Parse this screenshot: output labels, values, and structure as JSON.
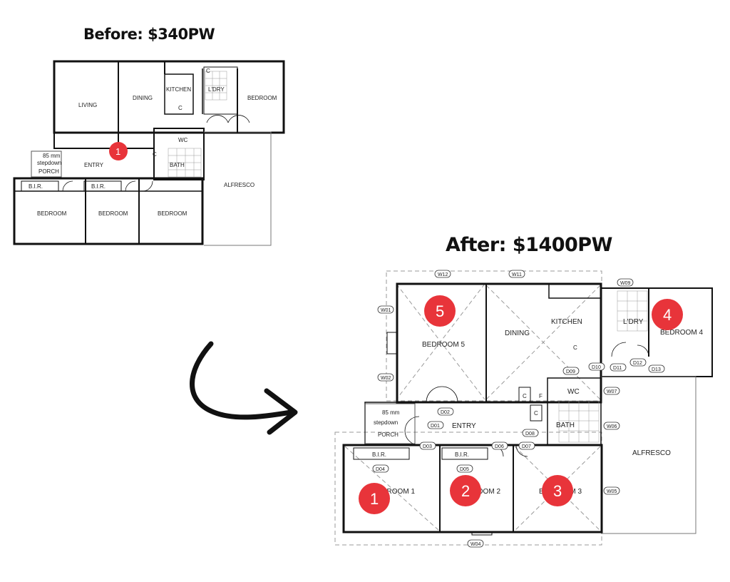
{
  "before": {
    "title": "Before: $340PW",
    "rooms": {
      "living": "LIVING",
      "dining": "DINING",
      "kitchen": "KITCHEN",
      "laundry": "L'DRY",
      "bedroom_back": "BEDROOM",
      "wc": "WC",
      "bath": "BATH",
      "entry": "ENTRY",
      "stepdown_1": "85 mm",
      "stepdown_2": "stepdown",
      "porch": "PORCH",
      "bir_1": "B.I.R.",
      "bir_2": "B.I.R.",
      "bedroom_a": "BEDROOM",
      "bedroom_b": "BEDROOM",
      "bedroom_c": "BEDROOM",
      "alfresco": "ALFRESCO",
      "c_1": "C",
      "c_2": "C",
      "c_3": "C"
    },
    "badge": "1"
  },
  "after": {
    "title": "After: $1400PW",
    "rooms": {
      "bedroom5": "BEDROOM 5",
      "dining": "DINING",
      "kitchen": "KITCHEN",
      "laundry": "L'DRY",
      "bedroom4": "BEDROOM 4",
      "wc": "WC",
      "bath": "BATH",
      "entry": "ENTRY",
      "stepdown_1": "85 mm",
      "stepdown_2": "stepdown",
      "porch": "PORCH",
      "bir_1": "B.I.R.",
      "bir_2": "B.I.R.",
      "bedroom1": "BEDROOM 1",
      "bedroom2": "BEDROOM 2",
      "bedroom3": "BEDROOM 3",
      "alfresco": "ALFRESCO",
      "c_1": "C",
      "c_2": "C",
      "f": "F",
      "c_3": "C"
    },
    "tags": {
      "w12": "W12",
      "w11": "W11",
      "w09": "W09",
      "w01": "W01",
      "w02": "W02",
      "w07": "W07",
      "w06": "W06",
      "w05": "W05",
      "w04": "W04",
      "d01": "D01",
      "d02": "D02",
      "d03": "D03",
      "d04": "D04",
      "d05": "D05",
      "d06": "D06",
      "d07": "D07",
      "d08": "D08",
      "d09": "D09",
      "d10": "D10",
      "d11": "D11",
      "d12": "D12",
      "d13": "D13"
    },
    "badges": [
      "1",
      "2",
      "3",
      "4",
      "5"
    ]
  },
  "colors": {
    "badge": "#e8343a",
    "wall": "#111111",
    "dash": "#9a9a9a"
  },
  "icons": {
    "arrow": "curved-arrow-icon"
  }
}
